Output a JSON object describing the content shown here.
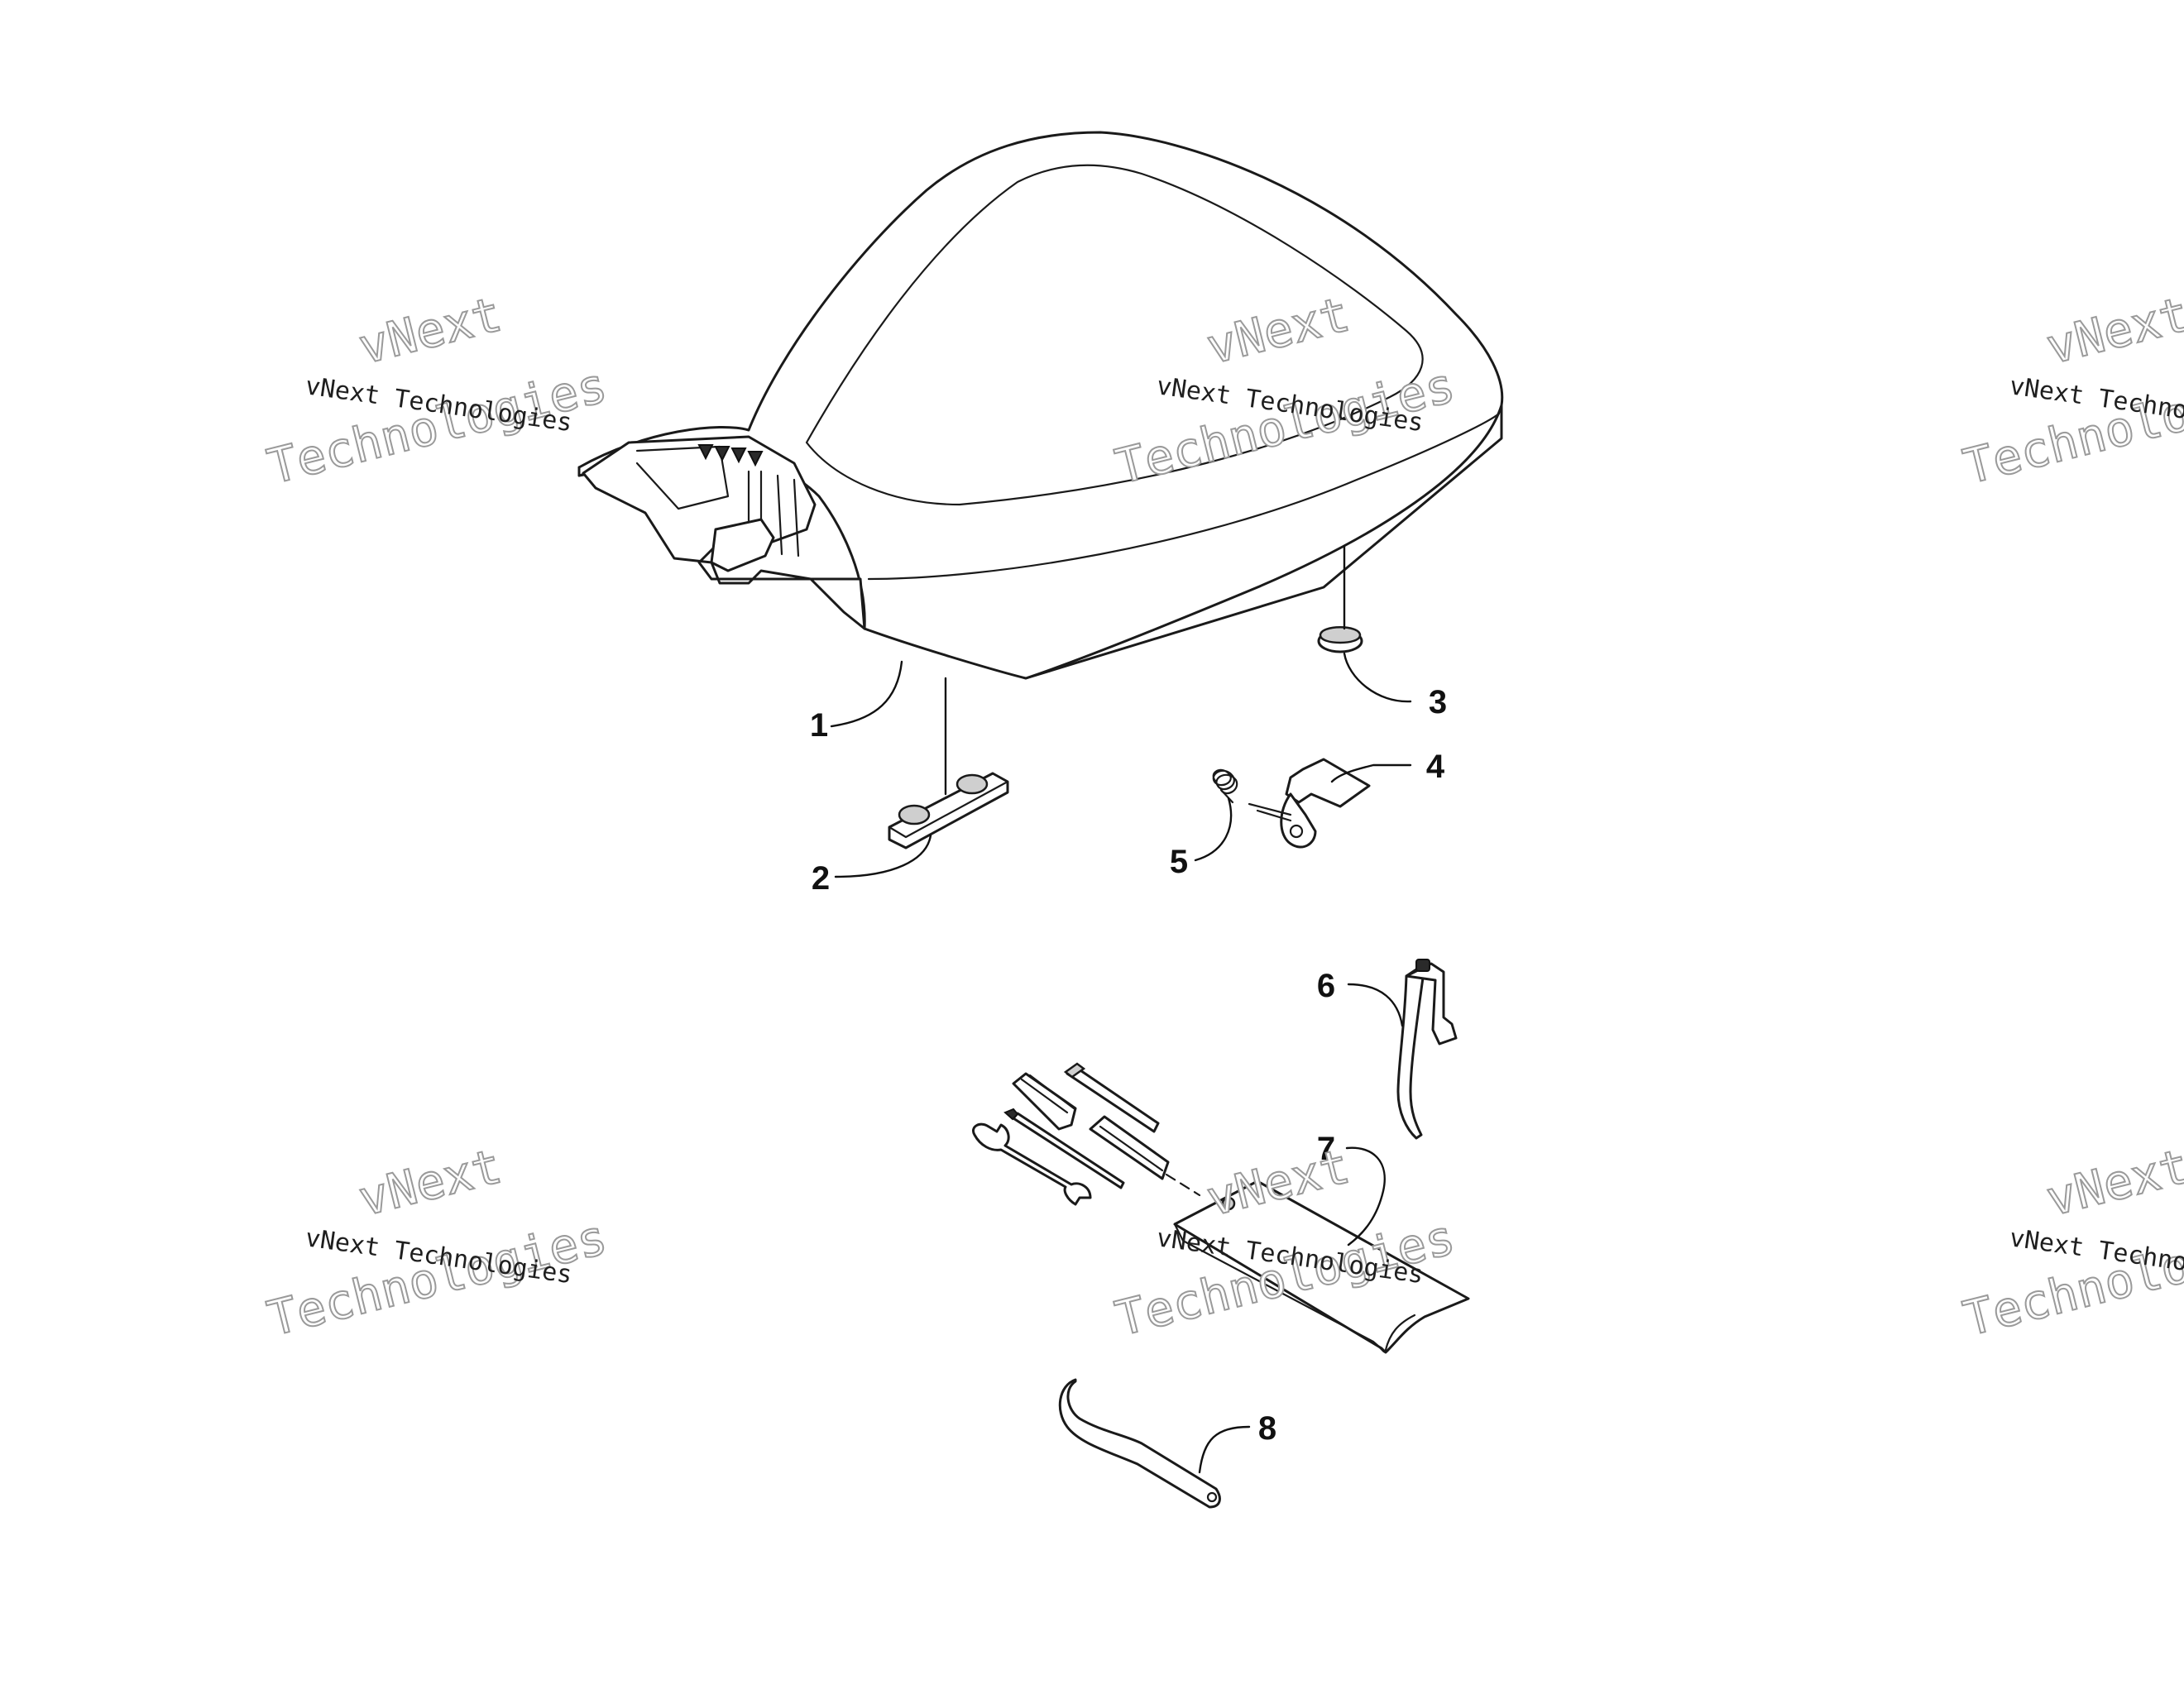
{
  "callouts": [
    "1",
    "2",
    "3",
    "4",
    "5",
    "6",
    "7",
    "8"
  ],
  "watermark": {
    "line_company": "vNext Technologies",
    "line_vnext": "vNext",
    "line_technologies": "Technologies"
  },
  "colors": {
    "line": "#1a1a1a",
    "watermark_outline": "#9a9a9a",
    "background": "#ffffff"
  }
}
